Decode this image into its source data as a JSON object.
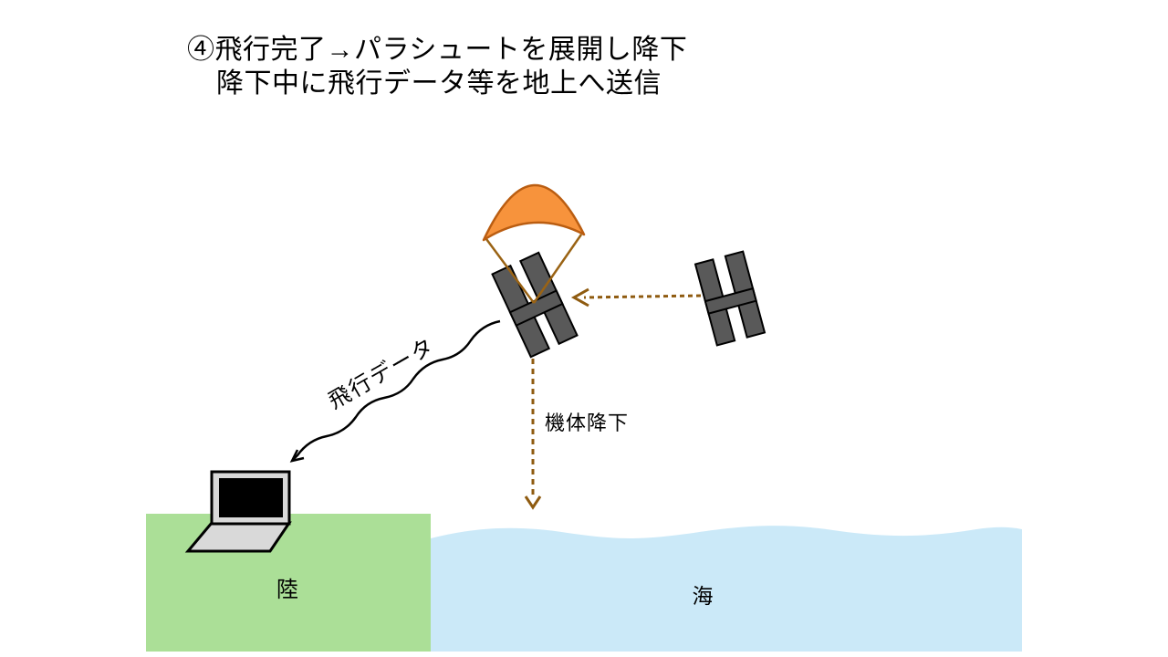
{
  "title": {
    "line1": "④飛行完了→パラシュートを展開し降下",
    "line2": "降下中に飛行データ等を地上へ送信"
  },
  "annotations": {
    "flight_data_label": "飛行データ",
    "descent_label": "機体降下"
  },
  "areas": {
    "land_label": "陸",
    "sea_label": "海"
  },
  "icons": {
    "parachute": "parachute-canopy-icon",
    "aircraft": "h-shaped-aircraft-icon",
    "laptop": "laptop-icon",
    "wave": "telemetry-wavy-arrow",
    "dashed_arrows": "dashed-motion-arrows"
  },
  "colors": {
    "parachute_fill": "#F7933C",
    "parachute_stroke": "#BA5D11",
    "parachute_cord": "#9A6314",
    "arrow_brown": "#8F5B10",
    "aircraft_fill": "#595959",
    "aircraft_stroke": "#000000",
    "land_green": "#ABDF97",
    "sea_blue": "#CBE9F8",
    "laptop_gray": "#D9D9D9",
    "screen_black": "#000000",
    "text_black": "#000000"
  }
}
